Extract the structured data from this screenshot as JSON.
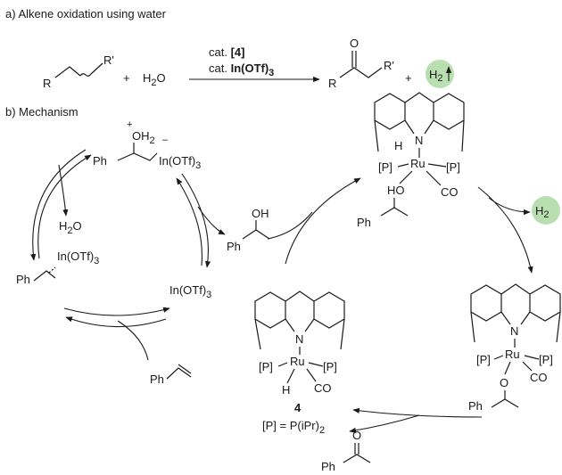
{
  "sections": {
    "a_title": "a) Alkene oxidation using water",
    "b_title": "b) Mechanism"
  },
  "reaction_a": {
    "alkene_R": "R",
    "alkene_Rp": "R'",
    "plus1": "+",
    "water": "H",
    "water_sub": "2",
    "water_O": "O",
    "cat_line1_pre": "cat. ",
    "cat_line1_bold": "[4]",
    "cat_line2_pre": "cat. ",
    "cat_line2_bold": "In(OTf)",
    "cat_line2_sub": "3",
    "ketone_O": "O",
    "ketone_R": "R",
    "ketone_Rp": "R'",
    "plus2": "+",
    "h2": "H",
    "h2_sub": "2"
  },
  "cycle_left": {
    "oh2_plus": "+",
    "oh2": "OH",
    "oh2_sub": "2",
    "minus": "–",
    "inotf_top": "In(OTf)",
    "inotf_top_sub": "3",
    "ph_top": "Ph",
    "water": "H",
    "water_sub": "2",
    "water_O": "O",
    "pi_inotf": "In(OTf)",
    "pi_inotf_sub": "3",
    "ph_left": "Ph",
    "inotf_free": "In(OTf)",
    "inotf_free_sub": "3",
    "styrene_ph": "Ph",
    "alcohol_oh": "OH",
    "alcohol_ph": "Ph"
  },
  "complex_top": {
    "h": "H",
    "n": "N",
    "ru": "Ru",
    "p_left": "[P]",
    "p_right": "[P]",
    "ho": "HO",
    "co": "CO",
    "ph": "Ph"
  },
  "h2_release": {
    "h": "H",
    "sub": "2"
  },
  "complex_right": {
    "n": "N",
    "ru": "Ru",
    "p_left": "[P]",
    "p_right": "[P]",
    "o": "O",
    "co": "CO",
    "ph": "Ph"
  },
  "complex_4": {
    "n": "N",
    "ru": "Ru",
    "p_left": "[P]",
    "p_right": "[P]",
    "h": "H",
    "co": "CO",
    "label": "4",
    "legend": "[P] = P(iPr)",
    "legend_sub": "2"
  },
  "ketone_product": {
    "o": "O",
    "ph": "Ph"
  },
  "colors": {
    "h2_circle": "#b9dfb0",
    "ink": "#1a1a1a"
  }
}
